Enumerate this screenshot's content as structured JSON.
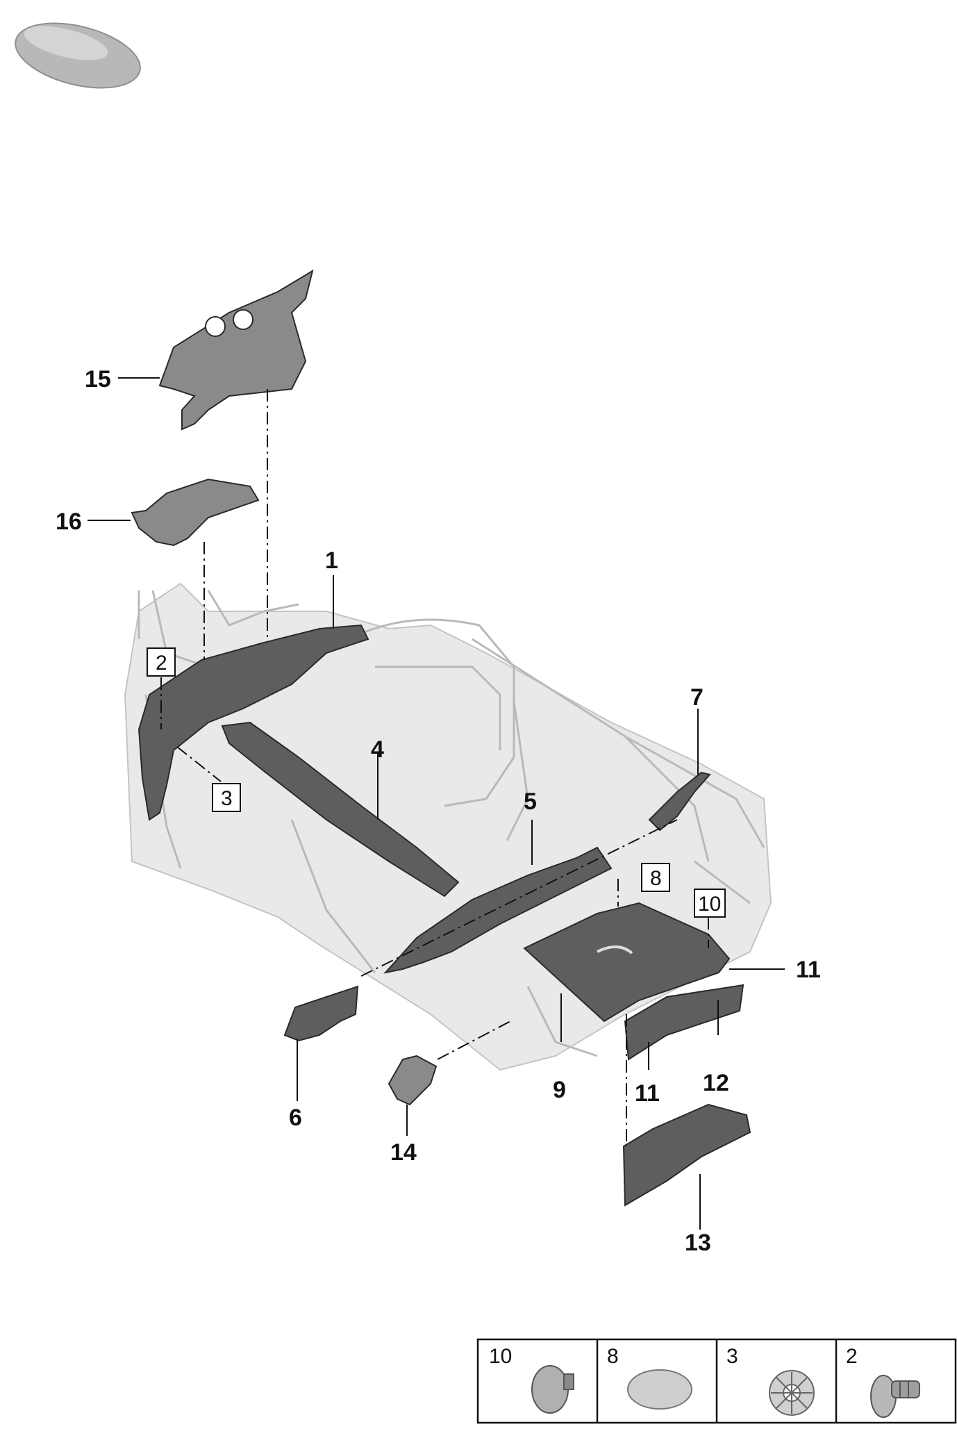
{
  "callouts": {
    "c1": "1",
    "c2": "2",
    "c3": "3",
    "c4": "4",
    "c5": "5",
    "c6": "6",
    "c7": "7",
    "c8": "8",
    "c9": "9",
    "c10": "10",
    "c11a": "11",
    "c11b": "11",
    "c12": "12",
    "c13": "13",
    "c14": "14",
    "c15": "15",
    "c16": "16"
  },
  "fastener_table": {
    "cells": [
      {
        "label": "10",
        "icon": "push-clip-icon"
      },
      {
        "label": "8",
        "icon": "oval-pad-icon"
      },
      {
        "label": "3",
        "icon": "spring-clip-icon"
      },
      {
        "label": "2",
        "icon": "expanding-rivet-icon"
      }
    ]
  },
  "colors": {
    "parts": "#5e5e5e",
    "body": "#e9e9e9",
    "outline": "#111111"
  }
}
